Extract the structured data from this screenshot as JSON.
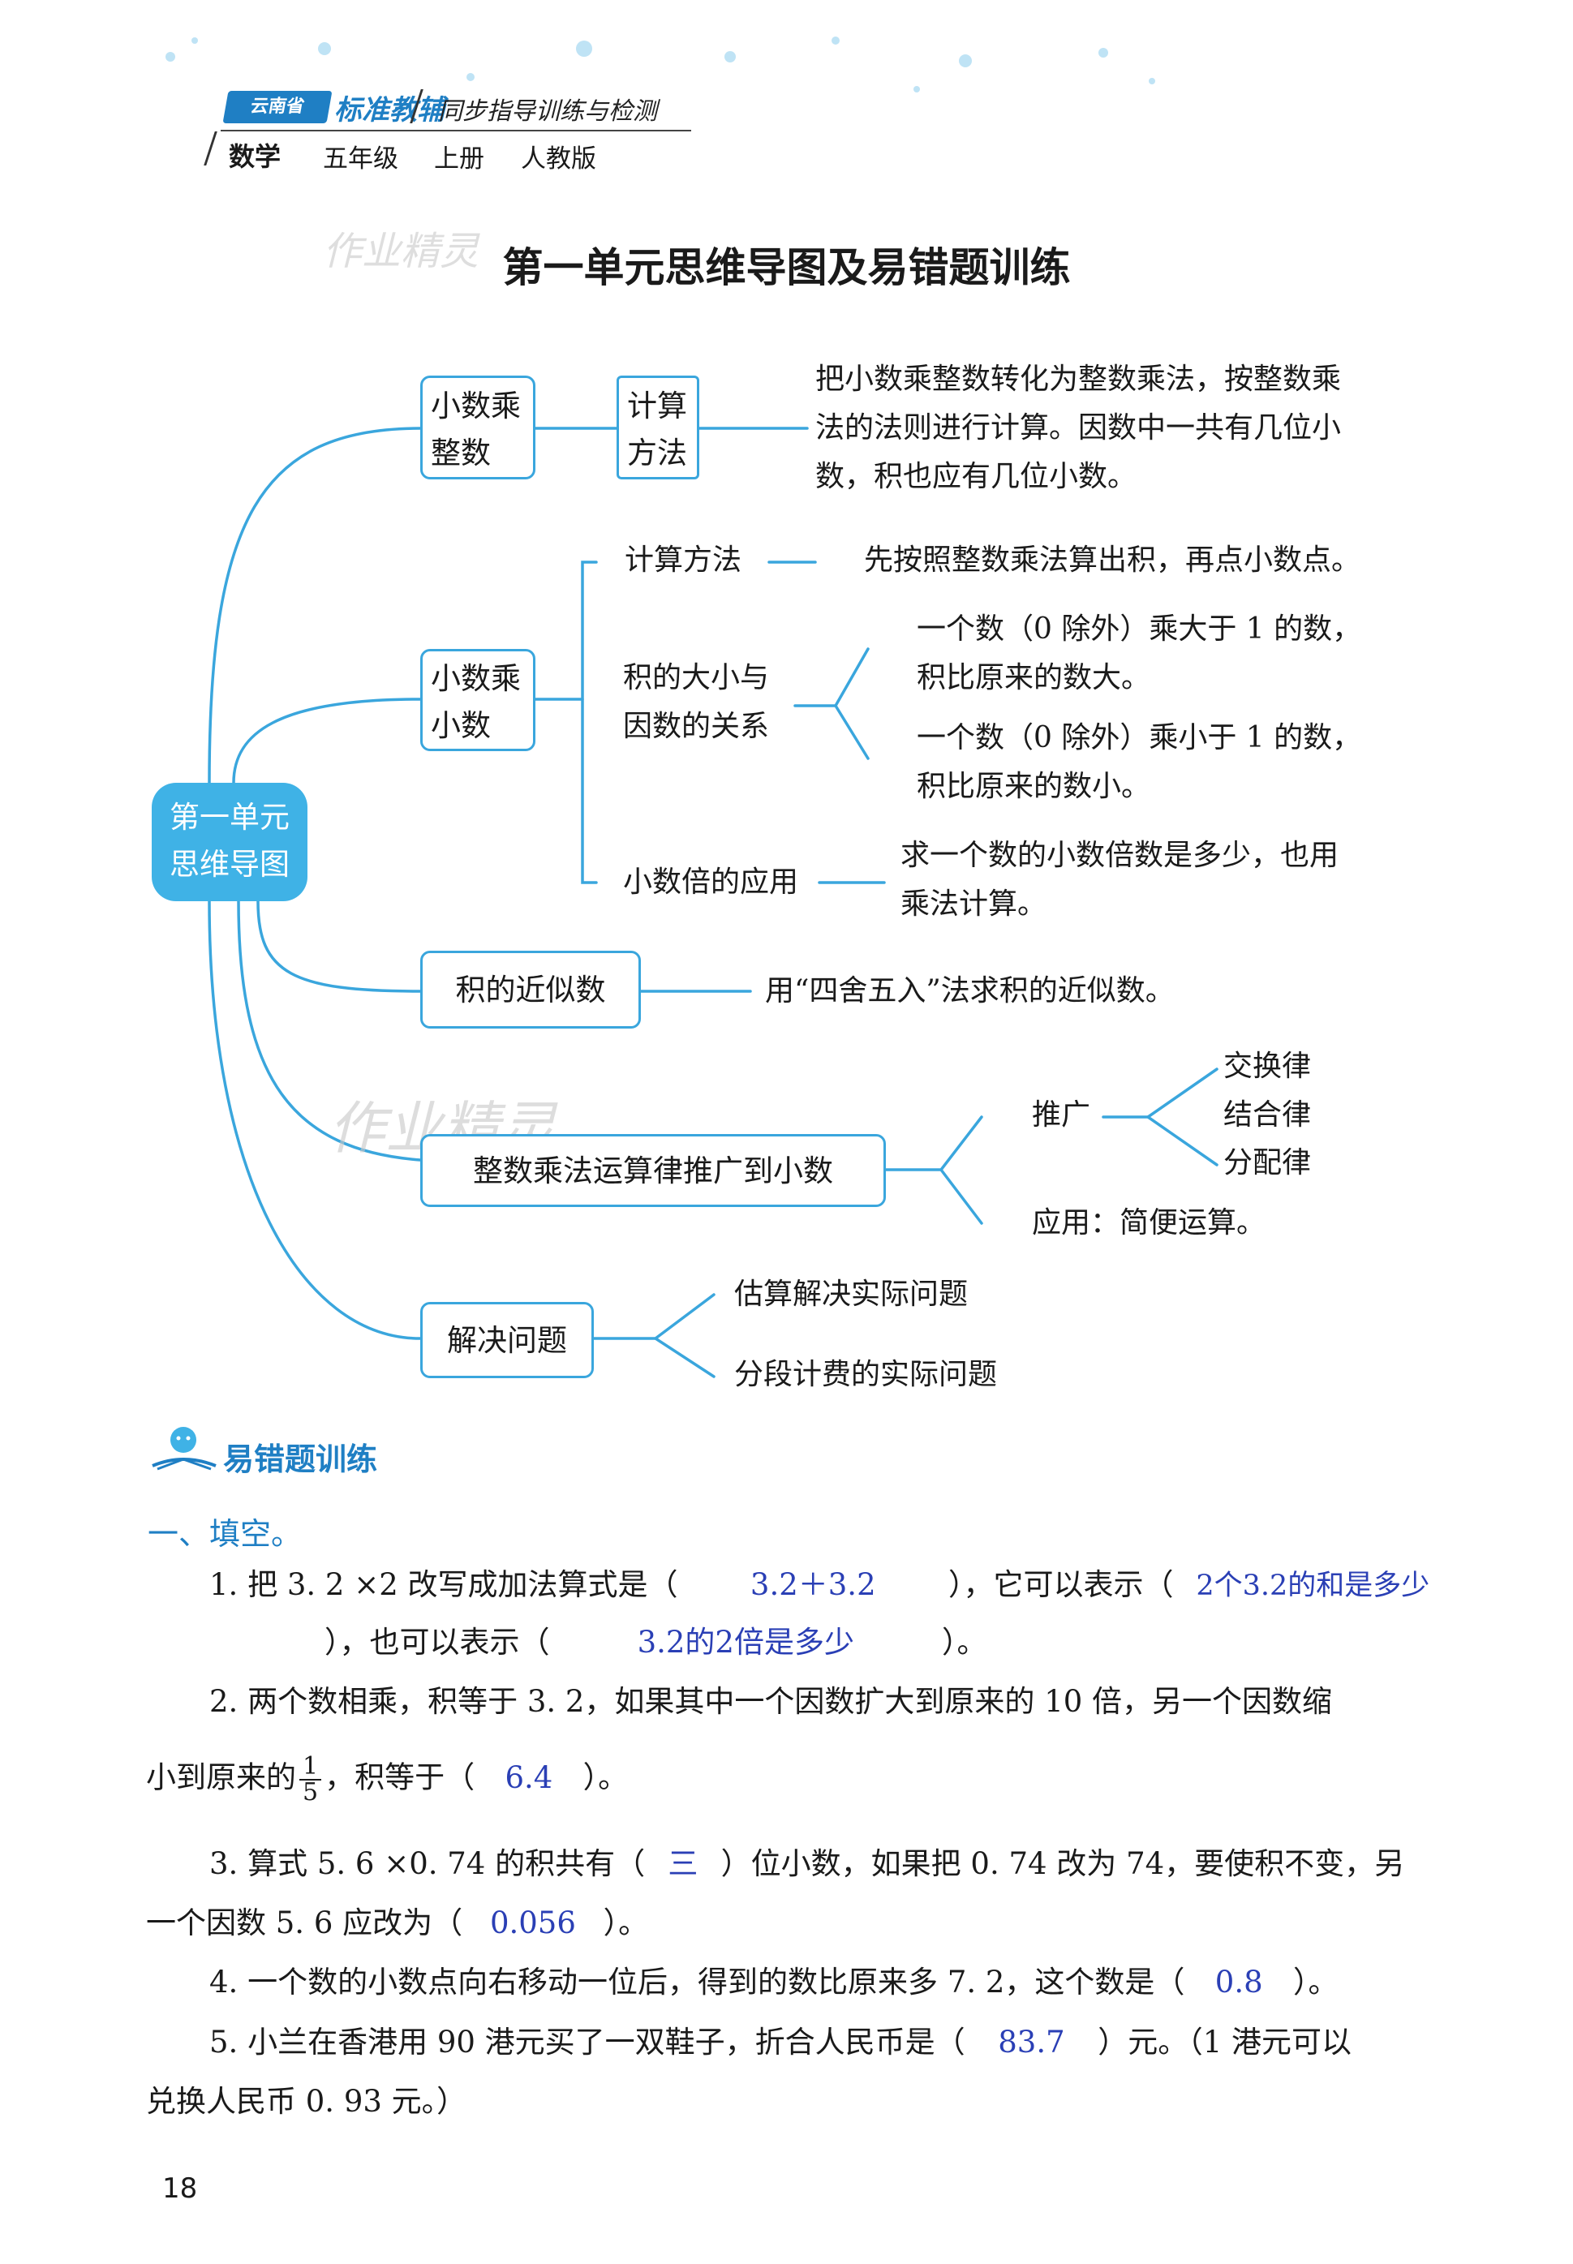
{
  "header": {
    "brand_badge": "云南省",
    "brand_name": "标准教辅",
    "series": "同步指导训练与检测",
    "subject": "数学",
    "grade": "五年级",
    "term": "上册",
    "edition": "人教版"
  },
  "title": "第一单元思维导图及易错题训练",
  "watermark": "作业精灵",
  "mindmap": {
    "center": [
      "第一单元",
      "思维导图"
    ],
    "b1": {
      "label": [
        "小数乘",
        "整数"
      ],
      "sub": [
        "计算",
        "方法"
      ],
      "desc": [
        "把小数乘整数转化为整数乘法，按整数乘",
        "法的法则进行计算。因数中一共有几位小",
        "数，积也应有几位小数。"
      ]
    },
    "b2": {
      "label": [
        "小数乘",
        "小数"
      ],
      "calc_label": "计算方法",
      "calc_desc": "先按照整数乘法算出积，再点小数点。",
      "rel_label": [
        "积的大小与",
        "因数的关系"
      ],
      "rel_big": [
        "一个数（0 除外）乘大于 1 的数，",
        "积比原来的数大。"
      ],
      "rel_small": [
        "一个数（0 除外）乘小于 1 的数，",
        "积比原来的数小。"
      ],
      "app_label": "小数倍的应用",
      "app_desc": [
        "求一个数的小数倍数是多少，也用",
        "乘法计算。"
      ]
    },
    "b3": {
      "label": "积的近似数",
      "desc": "用“四舍五入”法求积的近似数。"
    },
    "b4": {
      "label": "整数乘法运算律推广到小数",
      "extend": "推广",
      "laws": [
        "交换律",
        "结合律",
        "分配律"
      ],
      "apply": "应用：简便运算。"
    },
    "b5": {
      "label": "解决问题",
      "items": [
        "估算解决实际问题",
        "分段计费的实际问题"
      ]
    }
  },
  "exercises": {
    "section_title": "易错题训练",
    "part1_title": "一、填空。",
    "q1": {
      "a": "1. 把 3. 2 ×2 改写成加法算式是（",
      "ans1": "3.2＋3.2",
      "b": "），它可以表示（",
      "ans2": "2个3.2的和是多少",
      "c": "），也可以表示（",
      "ans3": "3.2的2倍是多少",
      "d": "）。"
    },
    "q2": {
      "a": "2. 两个数相乘，积等于 3. 2，如果其中一个因数扩大到原来的 10 倍，另一个因数缩",
      "b": "小到原来的",
      "frac_num": "1",
      "frac_den": "5",
      "c": "，积等于（",
      "ans": "6.4",
      "d": "）。"
    },
    "q3": {
      "a": "3. 算式 5. 6 ×0. 74 的积共有（",
      "ans1": "三",
      "b": "）位小数，如果把 0. 74 改为 74，要使积不变，另",
      "c": "一个因数 5. 6 应改为（",
      "ans2": "0.056",
      "d": "）。"
    },
    "q4": {
      "a": "4. 一个数的小数点向右移动一位后，得到的数比原来多 7. 2，这个数是（",
      "ans": "0.8",
      "b": "）。"
    },
    "q5": {
      "a": "5. 小兰在香港用 90 港元买了一双鞋子，折合人民币是（",
      "ans": "83.7",
      "b": "）元。（1 港元可以",
      "c": "兑换人民币 0. 93 元。）"
    }
  },
  "page_number": "18",
  "colors": {
    "accent": "#3aa6dd",
    "center_fill": "#3fb2e6",
    "answer": "#2a3fb5",
    "brand": "#1f7fc4"
  }
}
